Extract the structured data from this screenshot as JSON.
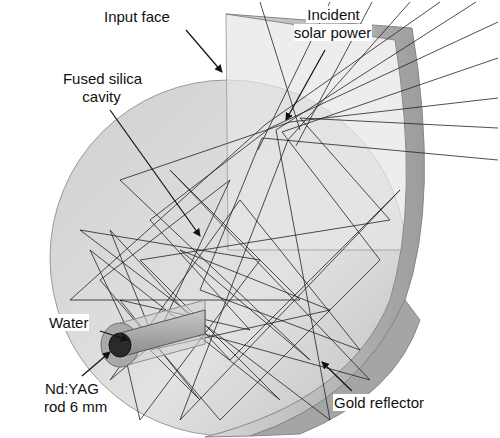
{
  "diagram": {
    "labels": [
      "Input face",
      "Incident solar power",
      "Fused silica cavity",
      "Water",
      "Nd:YAG rod 6 mm",
      "Gold reflector"
    ]
  }
}
